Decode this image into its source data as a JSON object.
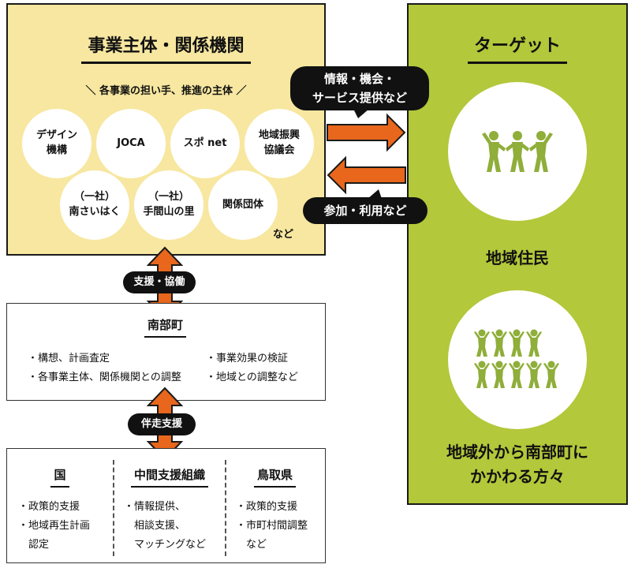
{
  "actors": {
    "title": "事業主体・関係機関",
    "subtitle": "＼ 各事業の担い手、推進の主体 ／",
    "organizations": [
      "デザイン\n機構",
      "JOCA",
      "スポ net",
      "地域振興\n協議会",
      "（一社）\n南さいはく",
      "（一社）\n手間山の里",
      "関係団体"
    ],
    "etc": "など"
  },
  "arrows": {
    "to_target": "情報・機会・\nサービス提供など",
    "from_target": "参加・利用など"
  },
  "target": {
    "title": "ターゲット",
    "residents_label": "地域住民",
    "outsiders_label": "地域外から南部町に\nかかわる方々"
  },
  "support_label": "支援・協働",
  "town": {
    "title": "南部町",
    "left_items": [
      "・構想、計画査定",
      "・各事業主体、関係機関との調整"
    ],
    "right_items": [
      "・事業効果の検証",
      "・地域との調整など"
    ]
  },
  "accompany_label": "伴走支援",
  "partners": [
    {
      "title": "国",
      "items": [
        "・政策的支援",
        "・地域再生計画",
        "　認定"
      ]
    },
    {
      "title": "中間支援組織",
      "items": [
        "・情報提供、",
        "　相談支援、",
        "　マッチングなど"
      ]
    },
    {
      "title": "鳥取県",
      "items": [
        "・政策的支援",
        "・市町村間調整",
        "　など"
      ]
    }
  ],
  "colors": {
    "yellow": "#f7e7a0",
    "green": "#b3c83a",
    "arrow_orange": "#e8671c",
    "figure_green": "#8fae3a"
  }
}
